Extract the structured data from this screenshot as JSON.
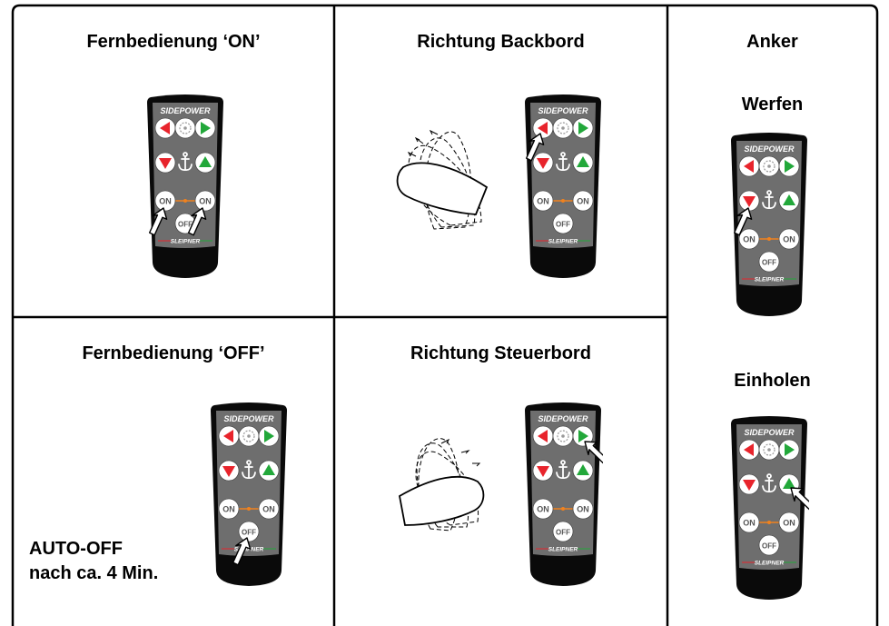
{
  "cells": {
    "remote_on": {
      "title": "Fernbedienung ‘ON’"
    },
    "port": {
      "title": "Richtung Backbord"
    },
    "anchor": {
      "title": "Anker",
      "drop_label": "Werfen",
      "raise_label": "Einholen"
    },
    "remote_off": {
      "title": "Fernbedienung ‘OFF’",
      "note_line1": "AUTO-OFF",
      "note_line2": "nach ca. 4 Min."
    },
    "starboard": {
      "title": "Richtung Steuerbord"
    }
  },
  "remote": {
    "brand": "SIDEPOWER",
    "on_label": "ON",
    "off_label": "OFF",
    "maker": "SLEIPNER",
    "body_color": "#0a0a0a",
    "panel_color": "#6e6e6e",
    "left_arrow_color": "#e8242c",
    "right_arrow_color": "#22a83a",
    "down_arrow_color": "#e8242c",
    "up_arrow_color": "#22a83a",
    "led_color": "#f0821e",
    "icons": [
      "arrow-left-icon",
      "thruster-icon",
      "arrow-right-icon",
      "arrow-down-icon",
      "anchor-icon",
      "arrow-up-icon",
      "pointer-icon",
      "boat-icon"
    ]
  }
}
